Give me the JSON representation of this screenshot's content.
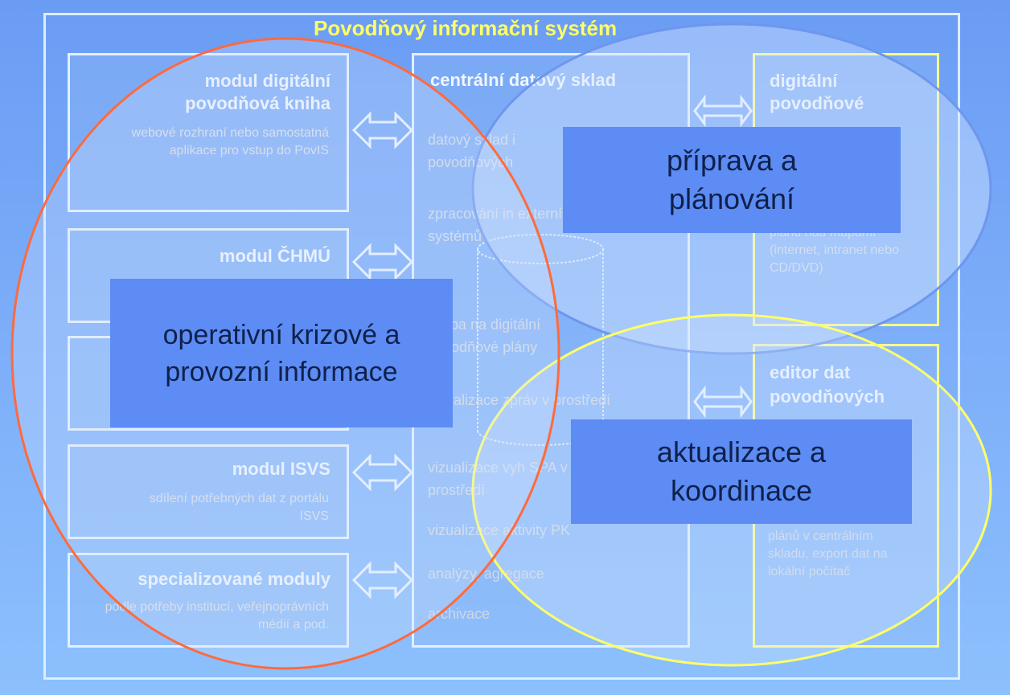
{
  "title": "Povodňový informační systém",
  "left_modules": [
    {
      "title": "modul digitální povodňová kniha",
      "desc": "webové rozhraní nebo samostatná aplikace pro vstup do PovIS"
    },
    {
      "title": "modul ČHMÚ",
      "desc": ""
    },
    {
      "title": "",
      "desc": ""
    },
    {
      "title": "modul ISVS",
      "desc": "sdílení potřebných dat z portálu ISVS"
    },
    {
      "title": "specializované moduly",
      "desc": "podle potřeby institucí, veřejnoprávních médií a pod."
    }
  ],
  "central": {
    "title": "centrální datový sklad",
    "items": [
      "datový sklad i povodňových",
      "zpracování in externích systémů",
      "vazba na digitální povodňové plány",
      "vizualizace zpráv v prostředí GIS",
      "vizualizace vyh SPA v prostředí",
      "vizualizace aktivity PK",
      "analýzy, agregace",
      "archivace"
    ]
  },
  "right_modules": [
    {
      "title": "digitální povodňové",
      "desc": "plánů nad mapami (internet, intranet nebo CD/DVD)"
    },
    {
      "title": "editor dat povodňových",
      "desc": "plánů v centrálním skladu, export dat na lokální počítač"
    }
  ],
  "overlays": {
    "operative": "operativní krizové a provozní informace",
    "planning": "příprava a plánování",
    "update": "aktualizace a koordinace"
  },
  "colors": {
    "background": "#7aaaf8",
    "frame": "#dbeeff",
    "title": "#ffff66",
    "ellipse_orange": "#ff6a3d",
    "ellipse_yellow": "#ffff66",
    "ellipse_blue": "#6e96ee",
    "label_fill": "#5c8cf4"
  }
}
